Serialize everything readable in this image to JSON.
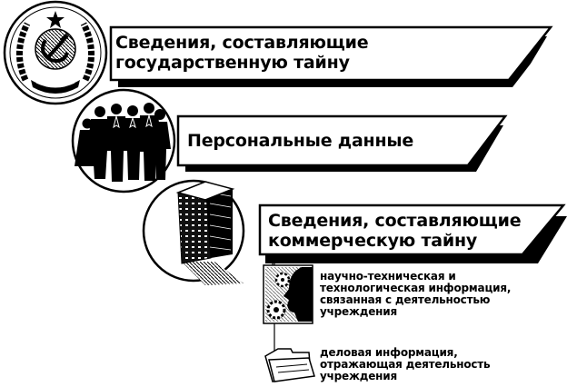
{
  "categories": [
    {
      "id": "state-secret",
      "label": "Сведения, составляющие\nгосударственную тайну",
      "icon": "ussr-emblem-icon"
    },
    {
      "id": "personal-data",
      "label": "Персональные данные",
      "icon": "people-group-icon"
    },
    {
      "id": "commercial-secret",
      "label": "Сведения, составляющие\nкоммерческую тайну",
      "icon": "office-building-icon"
    }
  ],
  "subcategories": [
    {
      "id": "technical-info",
      "label": "научно-техническая и\nтехнологическая информация,\nсвязанная с деятельностью\nучреждения",
      "icon": "gear-head-icon"
    },
    {
      "id": "business-info",
      "label": "деловая информация,\nотражающая деятельность\nучреждения",
      "icon": "folder-icon"
    }
  ],
  "colors": {
    "ink": "#000000",
    "paper": "#ffffff",
    "banner_shadow": "#000000"
  }
}
